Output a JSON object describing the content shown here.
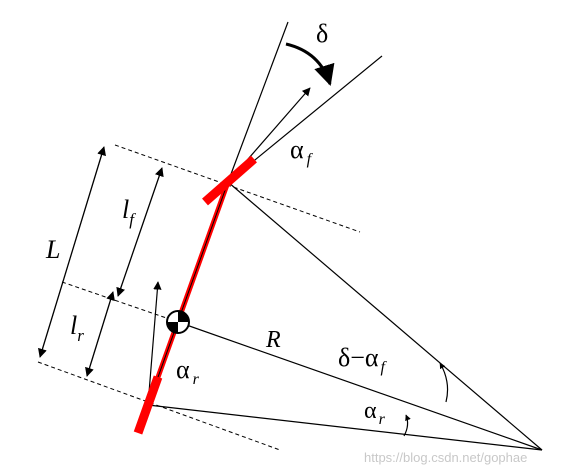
{
  "labels": {
    "L": "L",
    "lf_base": "l",
    "lf_sub": "f",
    "lr_base": "l",
    "lr_sub": "r",
    "R": "R",
    "delta_top": "δ",
    "alpha_f_base": "α",
    "alpha_f_sub": "f",
    "alpha_r_base": "α",
    "alpha_r_sub": "r",
    "delta_minus_alpha_prefix": "δ−α",
    "delta_minus_alpha_sub": "f",
    "alpha_r_angle_base": "α",
    "alpha_r_angle_sub": "r"
  },
  "watermark": "https://blog.csdn.net/gophae",
  "colors": {
    "line": "#000000",
    "wheel": "#ff0000",
    "body": "#ff0000",
    "background": "#ffffff"
  }
}
